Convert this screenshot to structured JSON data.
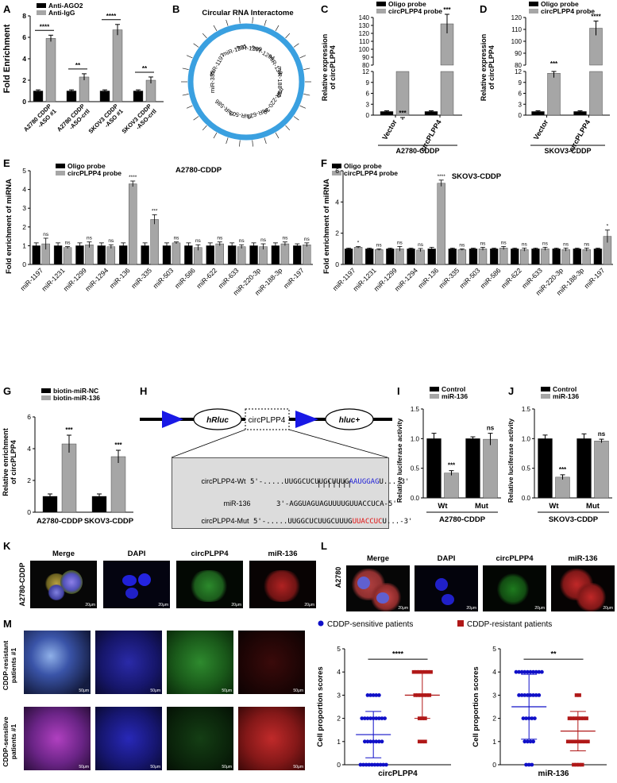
{
  "panels": {
    "A": {
      "label": "A",
      "ylabel": "Fold Enrichment",
      "legend": [
        "Anti-AGO2",
        "Anti-IgG"
      ],
      "colors": {
        "s1": "#000000",
        "s2": "#a6a6a6"
      },
      "categories": [
        "A2780 CDDP -ASO #1",
        "A2780 CDDP -ASO-crtl",
        "SKOV3 CDDP -ASO #1",
        "SKOV3 CDDP -ASO-crtl"
      ],
      "cat_lines": [
        [
          "A2780 CDDP",
          "-ASO #1"
        ],
        [
          "A2780 CDDP",
          "-ASO-crtl"
        ],
        [
          "SKOV3 CDDP",
          "-ASO #1"
        ],
        [
          "SKOV3 CDDP",
          "-ASO-crtl"
        ]
      ],
      "yticks": [
        "0",
        "2",
        "4",
        "6",
        "8"
      ],
      "sig": [
        "****",
        "**",
        "****",
        "**"
      ]
    },
    "B": {
      "label": "B",
      "title": "Circular RNA Interactome",
      "mirnas": [
        "miR-1231",
        "miR-1299",
        "miR-1294",
        "miR-136",
        "miR-188-3p",
        "miR-220-3p",
        "miR-622",
        "miR-503",
        "miR-586",
        "miR-335",
        "miR-1197"
      ]
    },
    "C": {
      "label": "C",
      "legend": [
        "Oligo probe",
        "circPLPP4 probe"
      ],
      "ylabel": [
        "Relative expression",
        "of circPLPP4"
      ],
      "yticks_low": [
        "0",
        "3",
        "6",
        "9",
        "12"
      ],
      "yticks_high": [
        "80",
        "90",
        "100",
        "110",
        "120",
        "130",
        "140"
      ],
      "categories": [
        "Vector",
        "circPLPP4"
      ],
      "sig": [
        "***",
        "***"
      ],
      "group": "A2780-CDDP"
    },
    "D": {
      "label": "D",
      "legend": [
        "Oligo probe",
        "circPLPP4 probe"
      ],
      "ylabel": [
        "Relative expression",
        "of circPLPP4"
      ],
      "yticks_low": [
        "0",
        "3",
        "6",
        "9",
        "12"
      ],
      "yticks_high": [
        "80",
        "90",
        "100",
        "110",
        "120"
      ],
      "categories": [
        "Vector",
        "circPLPP4"
      ],
      "sig": [
        "***",
        "****"
      ],
      "group": "SKOV3-CDDP"
    },
    "E": {
      "label": "E",
      "title": "A2780-CDDP",
      "legend": [
        "Oligo probe",
        "circPLPP4 probe"
      ],
      "ylabel": "Fold enrichment of miRNA",
      "yticks": [
        "0",
        "1",
        "2",
        "3",
        "4",
        "5"
      ],
      "categories": [
        "miR-1197",
        "miR-1231",
        "miR-1299",
        "miR-1294",
        "miR-136",
        "miR-335",
        "miR-503",
        "miR-586",
        "miR-622",
        "miR-633",
        "miR-220-3p",
        "miR-188-3p",
        "miR-197"
      ],
      "sig": [
        "ns",
        "ns",
        "ns",
        "ns",
        "****",
        "***",
        "ns",
        "ns",
        "ns",
        "ns",
        "ns",
        "ns",
        "ns"
      ]
    },
    "F": {
      "label": "F",
      "title": "SKOV3-CDDP",
      "legend": [
        "Oligo probe",
        "circPLPP4 probe"
      ],
      "ylabel": "Fold enrichment of miRNA",
      "yticks": [
        "0",
        "2",
        "4",
        "6"
      ],
      "categories": [
        "miR-1197",
        "miR-1231",
        "miR-1299",
        "miR-1294",
        "miR-136",
        "miR-335",
        "miR-503",
        "miR-586",
        "miR-622",
        "miR-633",
        "miR-220-3p",
        "miR-188-3p",
        "miR-197"
      ],
      "sig": [
        "*",
        "ns",
        "ns",
        "ns",
        "****",
        "ns",
        "ns",
        "ns",
        "ns",
        "ns",
        "ns",
        "ns",
        "*"
      ]
    },
    "G": {
      "label": "G",
      "legend": [
        "biotin-miR-NC",
        "biotin-miR-136"
      ],
      "ylabel": [
        "Relative enrichment",
        "of circPLPP4"
      ],
      "yticks": [
        "0",
        "2",
        "4",
        "6"
      ],
      "categories": [
        "A2780-CDDP",
        "SKOV3-CDDP"
      ],
      "sig": [
        "***",
        "***"
      ]
    },
    "H": {
      "label": "H",
      "hRluc": "hRluc",
      "circ": "circPLPP4",
      "hluc": "hluc+",
      "wt_label": "circPLPP4-Wt",
      "wt_prefix": "5'-.....UUGGCUCUUGCUUUG",
      "wt_highlight": "AAUGGAG",
      "wt_suffix": "U...-3'",
      "bars": "|||||||",
      "mir_label": "miR-136",
      "mir_seq": "3'-AGGUAGUAGUUUUGUUACCUCA-5'",
      "mut_label": "circPLPP4-Mut",
      "mut_prefix": "5'-.....UUGGCUCUUGCUUUG",
      "mut_highlight": "UUACCUC",
      "mut_suffix": "U...-3'",
      "blue": "#1f1fd6",
      "red": "#e01010"
    },
    "I": {
      "label": "I",
      "legend": [
        "Control",
        "miR-136"
      ],
      "ylabel": "Relative luciferase activity",
      "yticks": [
        "0.0",
        "0.5",
        "1.0",
        "1.5"
      ],
      "categories": [
        "Wt",
        "Mut"
      ],
      "sig": [
        "***",
        "ns"
      ],
      "group": "A2780-CDDP"
    },
    "J": {
      "label": "J",
      "legend": [
        "Control",
        "miR-136"
      ],
      "ylabel": "Relative luciferase activity",
      "yticks": [
        "0.0",
        "0.5",
        "1.0",
        "1.5"
      ],
      "categories": [
        "Wt",
        "Mut"
      ],
      "sig": [
        "***",
        "ns"
      ],
      "group": "SKOV3-CDDP"
    },
    "K": {
      "label": "K",
      "side": "A2780-CDDP",
      "titles": [
        "Merge",
        "DAPI",
        "circPLPP4",
        "miR-136"
      ],
      "scale": "20μm"
    },
    "L": {
      "label": "L",
      "side": "A2780",
      "titles": [
        "Merge",
        "DAPI",
        "circPLPP4",
        "miR-136"
      ],
      "scale": "20μm"
    },
    "M": {
      "label": "M",
      "rows": [
        "CDDP-resistant patients #1",
        "CDDP-sensitive patients #1"
      ],
      "row_lines": [
        [
          "CDDP-resistant",
          "patients #1"
        ],
        [
          "CDDP-sensitive",
          "patients #1"
        ]
      ],
      "scale": "50μm"
    },
    "N": {
      "legend": [
        "CDDP-sensitive patients",
        "CDDP-resistant patients"
      ],
      "colors": {
        "sensitive": "#1010c8",
        "resistant": "#b01818"
      },
      "ylabel": "Cell proportion scores",
      "yticks": [
        "0",
        "1",
        "2",
        "3",
        "4",
        "5"
      ],
      "plots": [
        {
          "xlabel": "circPLPP4",
          "sig": "****"
        },
        {
          "xlabel": "miR-136",
          "sig": "**"
        }
      ]
    }
  },
  "chart_data": [
    {
      "panel": "A",
      "type": "bar",
      "categories": [
        "A2780 CDDP -ASO #1",
        "A2780 CDDP -ASO-crtl",
        "SKOV3 CDDP -ASO #1",
        "SKOV3 CDDP -ASO-crtl"
      ],
      "ylabel": "Fold Enrichment",
      "ylim": [
        0,
        8
      ],
      "series": [
        {
          "name": "Anti-AGO2",
          "values": [
            1.0,
            1.0,
            1.0,
            1.0
          ],
          "errors": [
            0.1,
            0.1,
            0.1,
            0.1
          ]
        },
        {
          "name": "Anti-IgG",
          "values": [
            5.9,
            2.3,
            6.7,
            2.0
          ],
          "errors": [
            0.3,
            0.3,
            0.5,
            0.3
          ]
        }
      ]
    },
    {
      "panel": "C",
      "type": "bar",
      "categories": [
        "Vector",
        "circPLPP4"
      ],
      "ylabel": "Relative expression of circPLPP4",
      "ylim": [
        0,
        140
      ],
      "axis_break": [
        12,
        80
      ],
      "series": [
        {
          "name": "Oligo probe",
          "values": [
            1.0,
            1.0
          ],
          "errors": [
            0.2,
            0.2
          ]
        },
        {
          "name": "circPLPP4 probe",
          "values": [
            12.5,
            132
          ],
          "errors": [
            1.5,
            12
          ]
        }
      ]
    },
    {
      "panel": "D",
      "type": "bar",
      "categories": [
        "Vector",
        "circPLPP4"
      ],
      "ylabel": "Relative expression of circPLPP4",
      "ylim": [
        0,
        120
      ],
      "axis_break": [
        12,
        80
      ],
      "series": [
        {
          "name": "Oligo probe",
          "values": [
            1.0,
            1.0
          ],
          "errors": [
            0.2,
            0.2
          ]
        },
        {
          "name": "circPLPP4 probe",
          "values": [
            11.5,
            111
          ],
          "errors": [
            1.2,
            6
          ]
        }
      ]
    },
    {
      "panel": "E",
      "type": "bar",
      "categories": [
        "miR-1197",
        "miR-1231",
        "miR-1299",
        "miR-1294",
        "miR-136",
        "miR-335",
        "miR-503",
        "miR-586",
        "miR-622",
        "miR-633",
        "miR-220-3p",
        "miR-188-3p",
        "miR-197"
      ],
      "ylabel": "Fold enrichment of miRNA",
      "ylim": [
        0,
        5
      ],
      "series": [
        {
          "name": "Oligo probe",
          "values": [
            1,
            1,
            1,
            1,
            1,
            1,
            1,
            1,
            1,
            1,
            1,
            1,
            1
          ],
          "errors": [
            0.15,
            0.15,
            0.15,
            0.15,
            0.15,
            0.15,
            0.15,
            0.15,
            0.15,
            0.15,
            0.15,
            0.15,
            0.1
          ]
        },
        {
          "name": "circPLPP4 probe",
          "values": [
            1.1,
            0.9,
            1.05,
            0.95,
            4.3,
            2.4,
            1.15,
            0.9,
            1.1,
            0.95,
            0.95,
            1.1,
            1.05
          ],
          "errors": [
            0.3,
            0.05,
            0.15,
            0.1,
            0.15,
            0.25,
            0.05,
            0.15,
            0.1,
            0.1,
            0.15,
            0.1,
            0.1
          ]
        }
      ]
    },
    {
      "panel": "F",
      "type": "bar",
      "categories": [
        "miR-1197",
        "miR-1231",
        "miR-1299",
        "miR-1294",
        "miR-136",
        "miR-335",
        "miR-503",
        "miR-586",
        "miR-622",
        "miR-633",
        "miR-220-3p",
        "miR-188-3p",
        "miR-197"
      ],
      "ylabel": "Fold enrichment of miRNA",
      "ylim": [
        0,
        6
      ],
      "series": [
        {
          "name": "Oligo probe",
          "values": [
            1,
            1,
            1,
            1,
            1,
            1,
            1,
            1,
            1,
            1,
            1,
            1,
            1
          ],
          "errors": [
            0.05,
            0.05,
            0.05,
            0.05,
            0.1,
            0.05,
            0.05,
            0.05,
            0.05,
            0.05,
            0.05,
            0.05,
            0.05
          ]
        },
        {
          "name": "circPLPP4 probe",
          "values": [
            1.1,
            0.95,
            1.0,
            0.92,
            5.2,
            0.95,
            1.0,
            1.05,
            0.95,
            1.0,
            0.95,
            0.95,
            1.8
          ],
          "errors": [
            0.05,
            0.05,
            0.15,
            0.1,
            0.2,
            0.05,
            0.1,
            0.1,
            0.1,
            0.1,
            0.1,
            0.1,
            0.4
          ]
        }
      ]
    },
    {
      "panel": "G",
      "type": "bar",
      "categories": [
        "A2780-CDDP",
        "SKOV3-CDDP"
      ],
      "ylabel": "Relative enrichment of circPLPP4",
      "ylim": [
        0,
        6
      ],
      "series": [
        {
          "name": "biotin-miR-NC",
          "values": [
            1.0,
            1.0
          ],
          "errors": [
            0.15,
            0.15
          ]
        },
        {
          "name": "biotin-miR-136",
          "values": [
            4.3,
            3.5
          ],
          "errors": [
            0.55,
            0.4
          ]
        }
      ]
    },
    {
      "panel": "I",
      "type": "bar",
      "categories": [
        "Wt",
        "Mut"
      ],
      "ylabel": "Relative luciferase activity",
      "ylim": [
        0,
        1.5
      ],
      "series": [
        {
          "name": "Control",
          "values": [
            1.0,
            1.0
          ],
          "errors": [
            0.09,
            0.03
          ]
        },
        {
          "name": "miR-136",
          "values": [
            0.42,
            0.99
          ],
          "errors": [
            0.04,
            0.1
          ]
        }
      ]
    },
    {
      "panel": "J",
      "type": "bar",
      "categories": [
        "Wt",
        "Mut"
      ],
      "ylabel": "Relative luciferase activity",
      "ylim": [
        0,
        1.5
      ],
      "series": [
        {
          "name": "Control",
          "values": [
            1.0,
            1.0
          ],
          "errors": [
            0.06,
            0.08
          ]
        },
        {
          "name": "miR-136",
          "values": [
            0.35,
            0.96
          ],
          "errors": [
            0.04,
            0.03
          ]
        }
      ]
    },
    {
      "panel": "N-circPLPP4",
      "type": "scatter",
      "categories": [
        "CDDP-sensitive patients",
        "CDDP-resistant patients"
      ],
      "ylabel": "Cell proportion scores",
      "ylim": [
        0,
        5
      ],
      "series": [
        {
          "name": "CDDP-sensitive patients",
          "values": [
            3,
            3,
            3,
            3,
            3,
            2,
            2,
            2,
            2,
            2,
            2,
            2,
            2,
            2,
            1,
            1,
            1,
            1,
            1,
            1,
            1,
            0,
            0,
            0,
            0,
            0,
            0,
            0,
            0,
            0,
            0
          ],
          "mean": 1.3,
          "sd": 1.0
        },
        {
          "name": "CDDP-resistant patients",
          "values": [
            4,
            4,
            4,
            4,
            4,
            4,
            4,
            3,
            3,
            3,
            3,
            3,
            3,
            2,
            2,
            2,
            1,
            1,
            1
          ],
          "mean": 3.0,
          "sd": 1.0
        }
      ]
    },
    {
      "panel": "N-miR-136",
      "type": "scatter",
      "categories": [
        "CDDP-sensitive patients",
        "CDDP-resistant patients"
      ],
      "ylabel": "Cell proportion scores",
      "ylim": [
        0,
        5
      ],
      "series": [
        {
          "name": "CDDP-sensitive patients",
          "values": [
            4,
            4,
            4,
            4,
            4,
            4,
            4,
            4,
            4,
            4,
            3,
            3,
            3,
            3,
            3,
            3,
            3,
            3,
            2,
            2,
            2,
            2,
            2,
            1,
            1,
            1,
            1,
            0,
            0,
            0
          ],
          "mean": 2.5,
          "sd": 1.4
        },
        {
          "name": "CDDP-resistant patients",
          "values": [
            3,
            3,
            2,
            2,
            2,
            2,
            2,
            2,
            2,
            1,
            1,
            1,
            1,
            1,
            1,
            1,
            1,
            0,
            0,
            0,
            0
          ],
          "mean": 1.45,
          "sd": 0.85
        }
      ]
    }
  ]
}
